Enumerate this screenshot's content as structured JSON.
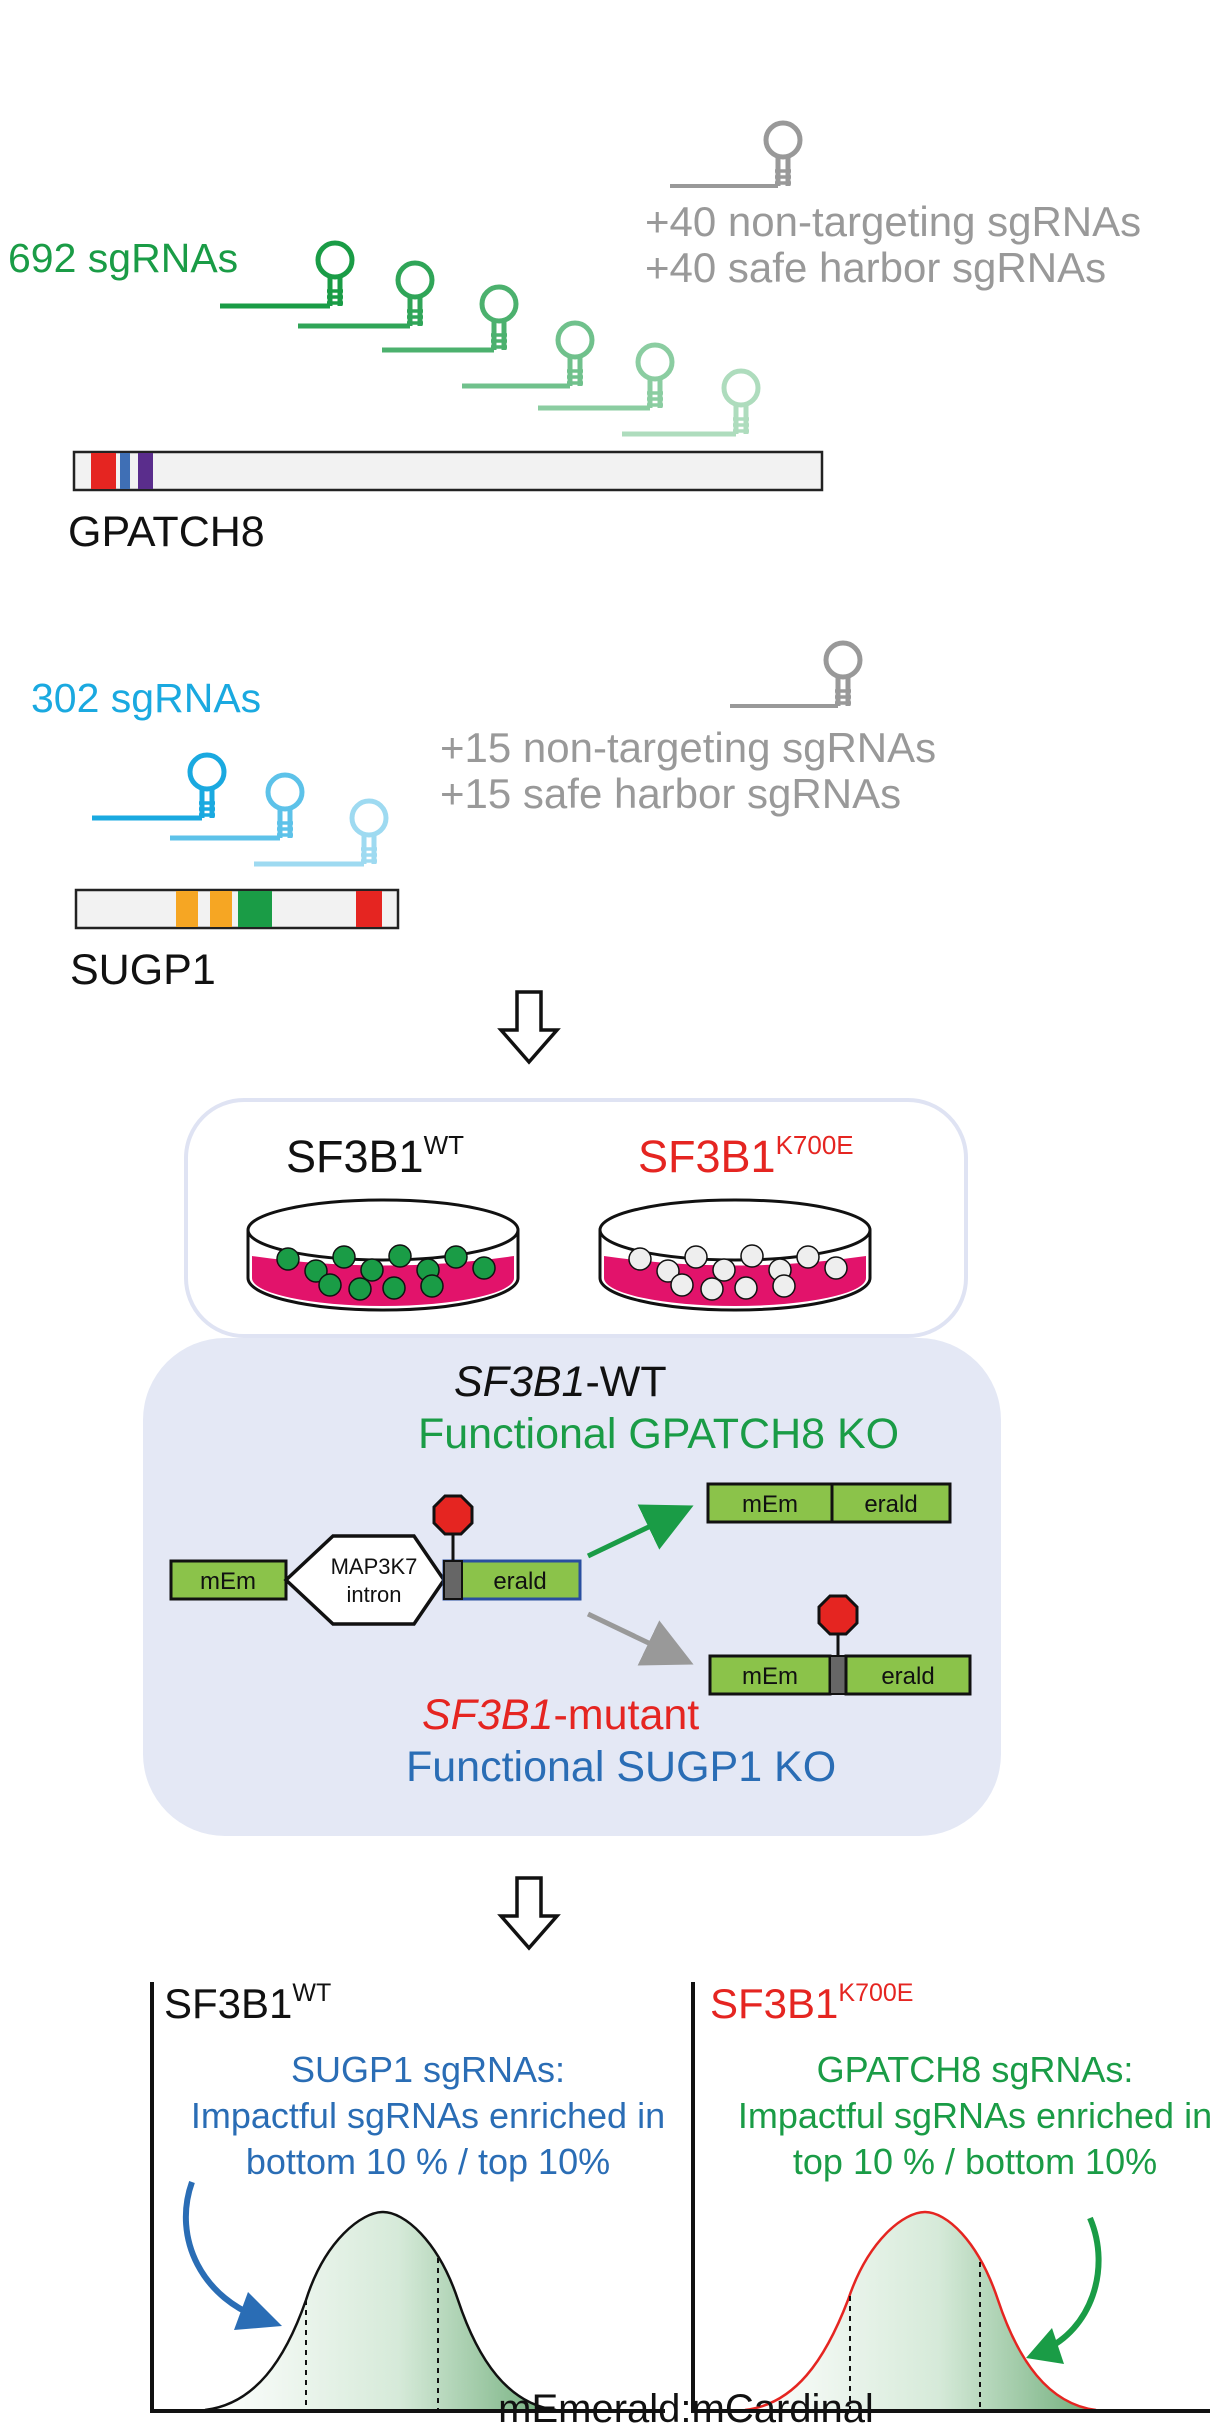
{
  "colors": {
    "green": "#1a9c46",
    "blue": "#1aa9e0",
    "blue_dark": "#2a6db5",
    "red": "#e52521",
    "gray": "#999999",
    "orange": "#f6a623",
    "domain_purple": "#5a2d8c",
    "domain_blue": "#3f6fb5",
    "bar_fill": "#f2f2f2",
    "panel_fill": "#e4e8f5",
    "panel_stroke": "#dfe3f3",
    "reporter_green": "#8bc34a",
    "dish_pink": "#e2136b",
    "dark_green": "#2e8b4e"
  },
  "library": {
    "gpatch8": {
      "count_label": "692 sgRNAs",
      "gene_label": "GPATCH8",
      "controls": [
        "+40 non-targeting sgRNAs",
        "+40 safe harbor sgRNAs"
      ]
    },
    "sugp1": {
      "count_label": "302 sgRNAs",
      "gene_label": "SUGP1",
      "controls": [
        "+15 non-targeting sgRNAs",
        "+15 safe harbor sgRNAs"
      ]
    }
  },
  "cells": {
    "wt_label": "SF3B1",
    "wt_sup": "WT",
    "mut_label": "SF3B1",
    "mut_sup": "K700E"
  },
  "reporter": {
    "wt_title_italic": "SF3B1",
    "wt_title_rest": "-WT",
    "wt_outcome": "Functional GPATCH8 KO",
    "mut_title_italic": "SF3B1",
    "mut_title_rest": "-mutant",
    "mut_outcome": "Functional SUGP1 KO",
    "left_exon": "mEm",
    "intron_line1": "MAP3K7",
    "intron_line2": "intron",
    "right_exon": "erald"
  },
  "readout": {
    "left": {
      "title": "SF3B1",
      "sup": "WT",
      "lines": [
        "SUGP1 sgRNAs:",
        "Impactful sgRNAs enriched in",
        "bottom 10 % / top 10%"
      ]
    },
    "right": {
      "title": "SF3B1",
      "sup": "K700E",
      "lines": [
        "GPATCH8 sgRNAs:",
        "Impactful sgRNAs enriched in",
        "top 10 % / bottom 10%"
      ]
    },
    "x_axis_label": "mEmerald:mCardinal"
  }
}
